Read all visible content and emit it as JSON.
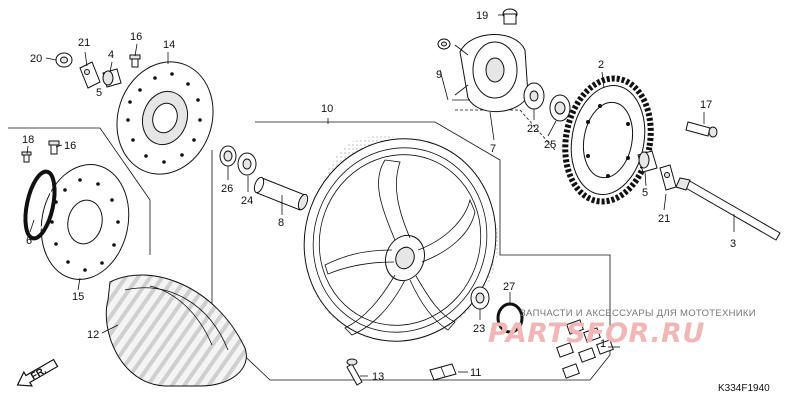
{
  "diagram": {
    "diagram_code": "K334F1940",
    "front_marker": "FR.",
    "watermark": {
      "tagline": "ЗАПЧАСТИ И АКСЕССУАРЫ ДЛЯ МОТОТЕХНИКИ",
      "brand": "PARTSFOR.RU"
    },
    "callouts": {
      "c1": "1",
      "c2": "2",
      "c3": "3",
      "c4": "4",
      "c5a": "5",
      "c5b": "5",
      "c6": "6",
      "c7": "7",
      "c8": "8",
      "c9": "9",
      "c10": "10",
      "c11": "11",
      "c12": "12",
      "c13": "13",
      "c14": "14",
      "c15": "15",
      "c16a": "16",
      "c16b": "16",
      "c17": "17",
      "c18": "18",
      "c19": "19",
      "c20": "20",
      "c21a": "21",
      "c21b": "21",
      "c22": "22",
      "c23": "23",
      "c24": "24",
      "c25": "25",
      "c26": "26",
      "c27": "27"
    }
  }
}
